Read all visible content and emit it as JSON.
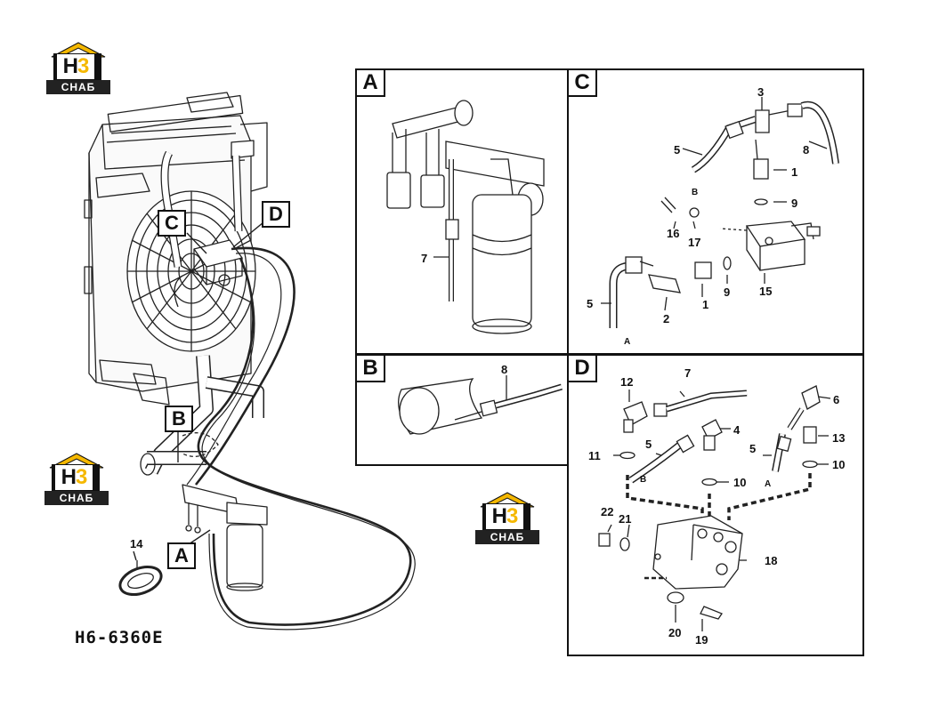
{
  "drawing_code": "H6-6360E",
  "logo": {
    "h_letter": "H",
    "three": "3",
    "band_text": "СНАБ",
    "brand_color": "#f5b800"
  },
  "main_callouts": {
    "a": "A",
    "b": "B",
    "c": "C",
    "d": "D",
    "part14": "14"
  },
  "panels": {
    "a": {
      "tag": "A",
      "labels": {
        "p7": "7"
      }
    },
    "b": {
      "tag": "B",
      "labels": {
        "p8": "8"
      }
    },
    "c": {
      "tag": "C",
      "labels": {
        "p3": "3",
        "p5a": "5",
        "p8": "8",
        "p1a": "1",
        "p9a": "9",
        "p16": "16",
        "p17": "17",
        "p5b": "5",
        "p2": "2",
        "p1b": "1",
        "p9b": "9",
        "p15": "15"
      },
      "hose_marks": {
        "b": "B",
        "a": "A"
      }
    },
    "d": {
      "tag": "D",
      "labels": {
        "p7": "7",
        "p12": "12",
        "p6": "6",
        "p4": "4",
        "p13": "13",
        "p5a": "5",
        "p5b": "5",
        "p11": "11",
        "p10a": "10",
        "p10b": "10",
        "p22": "22",
        "p21": "21",
        "p18": "18",
        "p20": "20",
        "p19": "19"
      },
      "hose_marks": {
        "b": "B",
        "a": "A"
      }
    }
  }
}
